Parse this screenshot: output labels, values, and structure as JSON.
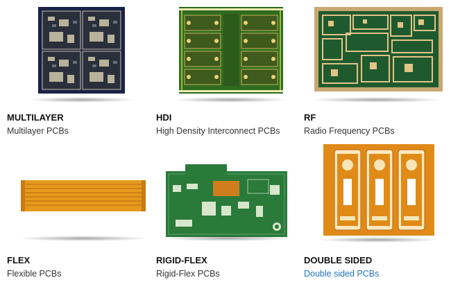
{
  "products": [
    {
      "title": "MULTILAYER",
      "subtitle": "Multilayer PCBs",
      "link": false,
      "image": "multilayer-pcb-image"
    },
    {
      "title": "HDI",
      "subtitle": "High Density Interconnect PCBs",
      "link": false,
      "image": "hdi-pcb-image"
    },
    {
      "title": "RF",
      "subtitle": "Radio Frequency PCBs",
      "link": false,
      "image": "rf-pcb-image"
    },
    {
      "title": "FLEX",
      "subtitle": "Flexible PCBs",
      "link": false,
      "image": "flex-pcb-image"
    },
    {
      "title": "RIGID-FLEX",
      "subtitle": "Rigid-Flex PCBs",
      "link": false,
      "image": "rigid-flex-pcb-image"
    },
    {
      "title": "DOUBLE SIDED",
      "subtitle": "Double sided PCBs",
      "link": true,
      "image": "double-sided-pcb-image"
    }
  ],
  "colors": {
    "link": "#1e73be",
    "multilayer_board": "#1b2247",
    "hdi_board": "#2f6b1f",
    "rf_board": "#c8a870",
    "flex_board": "#e59a1d",
    "rigid_flex_board": "#2a7a3a",
    "double_sided_board": "#e08a18"
  }
}
